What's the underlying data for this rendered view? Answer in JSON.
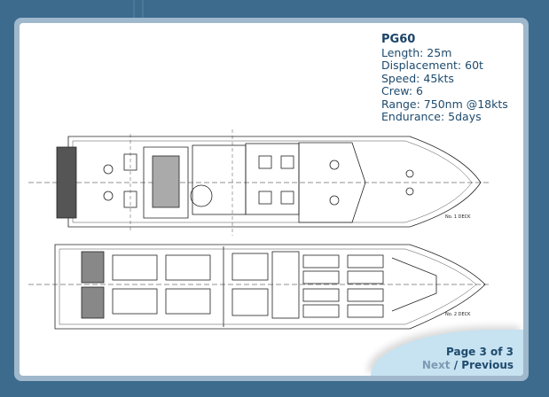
{
  "vessel": {
    "name": "PG60",
    "specs": [
      "Length: 25m",
      "Displacement: 60t",
      "Speed: 45kts",
      "Crew: 6",
      "Range: 750nm @18kts",
      "Endurance: 5days"
    ]
  },
  "drawing": {
    "deck1_label": "No. 1 DECK",
    "deck2_label": "No. 2 DECK"
  },
  "pagination": {
    "page_text": "Page 3 of 3",
    "next_label": "Next",
    "separator": "/",
    "previous_label": "Previous"
  }
}
